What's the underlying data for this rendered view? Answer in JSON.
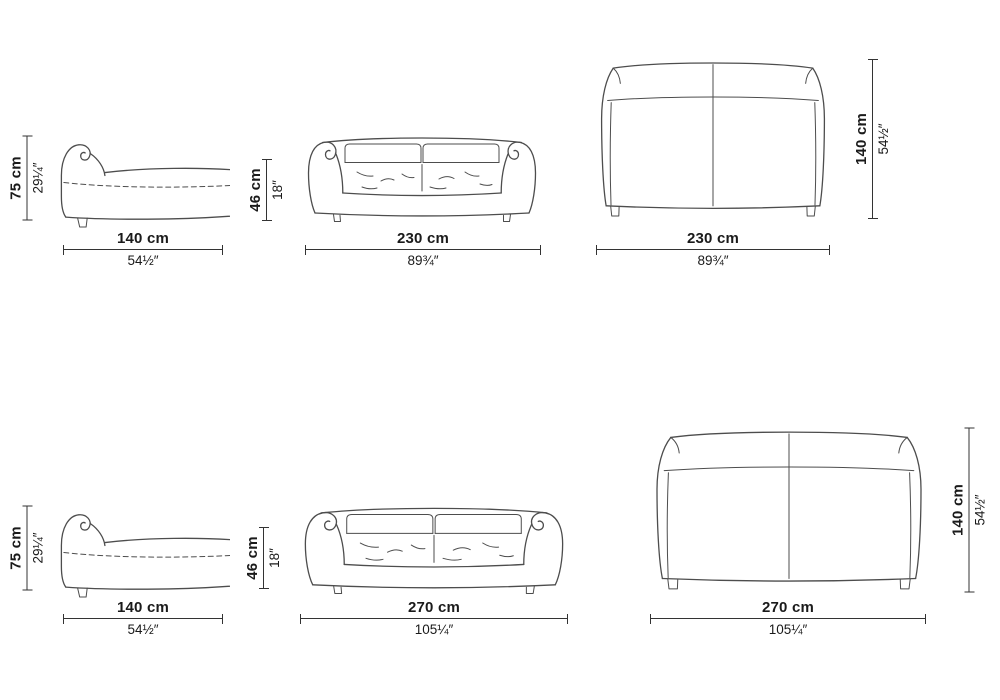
{
  "views": {
    "row1": {
      "side": {
        "height_cm": "75 cm",
        "height_in": "29¼″",
        "width_cm": "140 cm",
        "width_in": "54½″"
      },
      "front": {
        "height_cm": "46 cm",
        "height_in": "18″",
        "width_cm": "230 cm",
        "width_in": "89¾″"
      },
      "back": {
        "height_cm": "140 cm",
        "height_in": "54½″",
        "width_cm": "230 cm",
        "width_in": "89¾″"
      }
    },
    "row2": {
      "side": {
        "height_cm": "75 cm",
        "height_in": "29¼″",
        "width_cm": "140 cm",
        "width_in": "54½″"
      },
      "front": {
        "height_cm": "46 cm",
        "height_in": "18″",
        "width_cm": "270 cm",
        "width_in": "105¼″"
      },
      "back": {
        "height_cm": "140 cm",
        "height_in": "54½″",
        "width_cm": "270 cm",
        "width_in": "105¼″"
      }
    }
  }
}
